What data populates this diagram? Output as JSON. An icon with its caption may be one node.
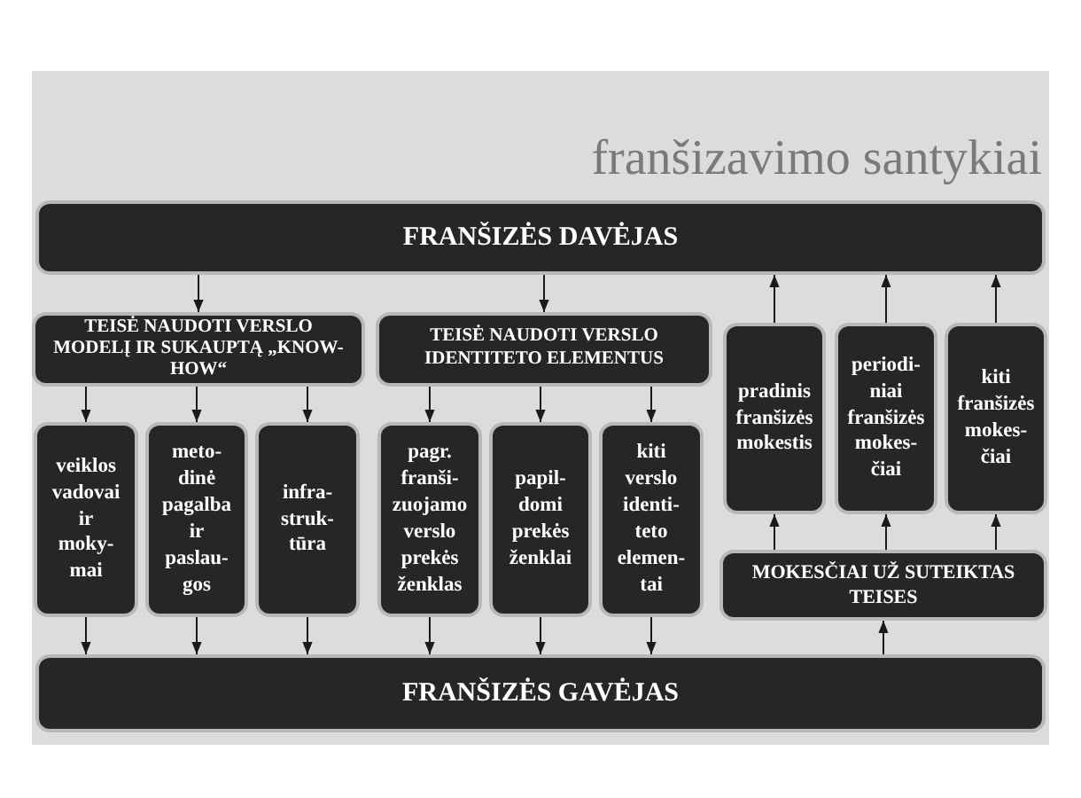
{
  "diagram": {
    "title": "franšizavimo santykiai",
    "nodes": [
      {
        "text": [
          "FRANŠIZĖS DAVĖJAS"
        ]
      },
      {
        "text": [
          "TEISĖ NAUDOTI VERSLO MODELĮ IR SUKAUPTĄ „KNOW-HOW“"
        ]
      },
      {
        "text": [
          "TEISĖ NAUDOTI VERSLO IDENTITETO ELEMENTUS"
        ]
      },
      {
        "text": [
          "pradinis franšizės mokestis"
        ]
      },
      {
        "text": [
          "periodi- niai franšizės mokes- čiai"
        ]
      },
      {
        "text": [
          "kiti franšizės mokes- čiai"
        ]
      },
      {
        "text": [
          "veiklos vadovai ir moky- mai"
        ]
      },
      {
        "text": [
          "meto- dinė pagalba ir paslau- gos"
        ]
      },
      {
        "text": [
          "infra- struk- tūra"
        ]
      },
      {
        "text": [
          "pagr. franši- zuojamo verslo prekės ženklas"
        ]
      },
      {
        "text": [
          "papil- domi prekės ženklai"
        ]
      },
      {
        "text": [
          "kiti verslo identi- teto elemen- tai"
        ]
      },
      {
        "text": [
          "MOKESČIAI UŽ SUTEIKTAS TEISES"
        ]
      },
      {
        "text": [
          "FRANŠIZĖS GAVĖJAS"
        ]
      }
    ],
    "edges": [
      {
        "from": 0,
        "to": 1,
        "arrow": "to"
      },
      {
        "from": 0,
        "to": 2,
        "arrow": "to"
      },
      {
        "from": 1,
        "to": 6,
        "arrow": "to"
      },
      {
        "from": 1,
        "to": 7,
        "arrow": "to"
      },
      {
        "from": 1,
        "to": 8,
        "arrow": "to"
      },
      {
        "from": 2,
        "to": 9,
        "arrow": "to"
      },
      {
        "from": 2,
        "to": 10,
        "arrow": "to"
      },
      {
        "from": 2,
        "to": 11,
        "arrow": "to"
      },
      {
        "from": 6,
        "to": 13,
        "arrow": "to"
      },
      {
        "from": 7,
        "to": 13,
        "arrow": "to"
      },
      {
        "from": 8,
        "to": 13,
        "arrow": "to"
      },
      {
        "from": 9,
        "to": 13,
        "arrow": "to"
      },
      {
        "from": 10,
        "to": 13,
        "arrow": "to"
      },
      {
        "from": 11,
        "to": 13,
        "arrow": "to"
      },
      {
        "from": 13,
        "to": 12,
        "arrow": "to"
      },
      {
        "from": 12,
        "to": 3,
        "arrow": "to"
      },
      {
        "from": 12,
        "to": 4,
        "arrow": "to"
      },
      {
        "from": 12,
        "to": 5,
        "arrow": "to"
      },
      {
        "from": 3,
        "to": 0,
        "arrow": "to"
      },
      {
        "from": 4,
        "to": 0,
        "arrow": "to"
      },
      {
        "from": 5,
        "to": 0,
        "arrow": "to"
      }
    ]
  }
}
